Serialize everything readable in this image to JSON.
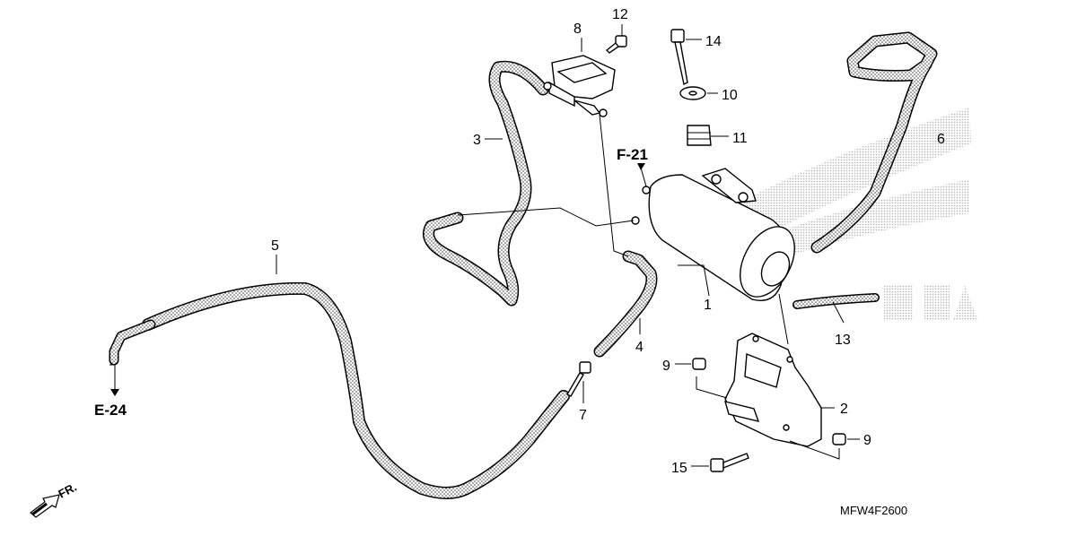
{
  "callouts": {
    "c1": "1",
    "c2": "2",
    "c3": "3",
    "c4": "4",
    "c5": "5",
    "c6": "6",
    "c7": "7",
    "c8": "8",
    "c9a": "9",
    "c9b": "9",
    "c10": "10",
    "c11": "11",
    "c12": "12",
    "c13": "13",
    "c14": "14",
    "c15": "15"
  },
  "refs": {
    "f21": "F-21",
    "e24": "E-24"
  },
  "direction": {
    "label": "FR."
  },
  "diagram_code": "MFW4F2600",
  "colors": {
    "line": "#000000",
    "watermark": "#c9c9c9",
    "background": "#ffffff"
  },
  "icons": {
    "front_arrow": "arrow-down-left-icon"
  }
}
